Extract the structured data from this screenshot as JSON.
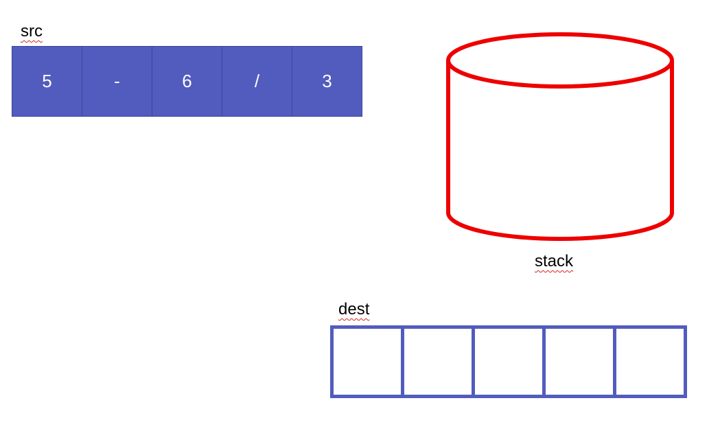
{
  "src": {
    "label": "src",
    "cells": [
      "5",
      "-",
      "6",
      "/",
      "3"
    ]
  },
  "stack": {
    "label": "stack"
  },
  "dest": {
    "label": "dest",
    "cells": [
      "",
      "",
      "",
      "",
      ""
    ]
  },
  "colors": {
    "array_fill": "#525cbe",
    "stack_outline": "#ee0000",
    "spellcheck_underline": "#d22222"
  }
}
